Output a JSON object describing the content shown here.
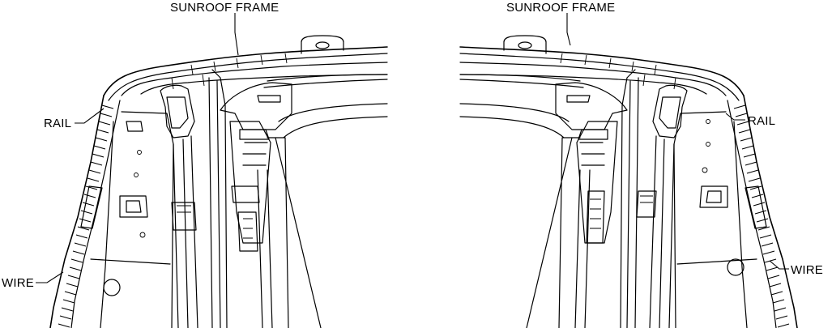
{
  "labels": {
    "sunroof_frame_left": "SUNROOF FRAME",
    "sunroof_frame_right": "SUNROOF FRAME",
    "rail_left": "RAIL",
    "rail_right": "RAIL",
    "wire_left": "WIRE",
    "wire_right": "WIRE"
  },
  "colors": {
    "line": "#000000",
    "background": "#ffffff"
  }
}
